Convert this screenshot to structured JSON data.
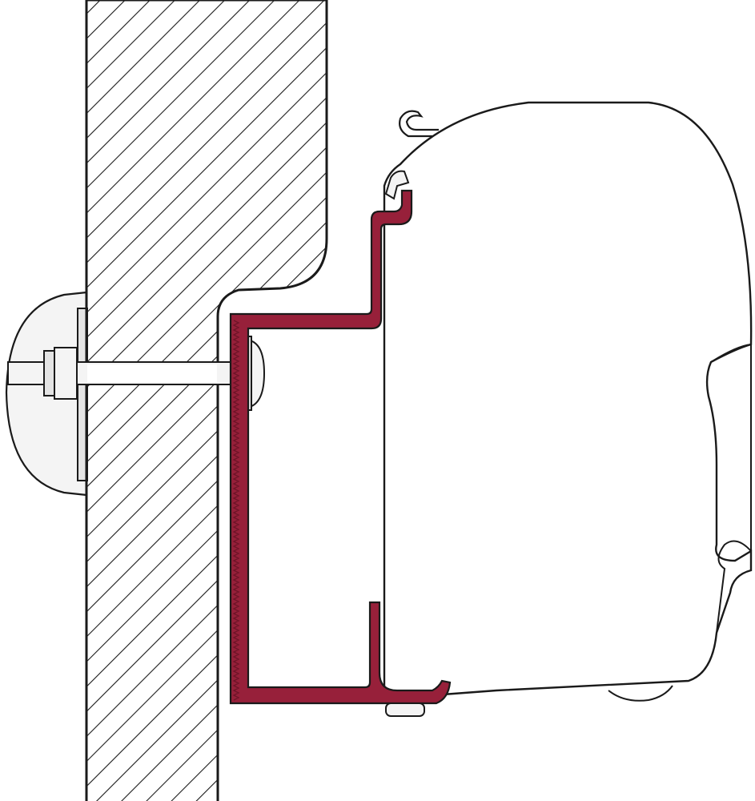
{
  "diagram": {
    "subject": "awning-wall-mounting-adapter",
    "components": [
      {
        "name": "wall-section",
        "icon": "hatched-wall"
      },
      {
        "name": "mounting-bracket",
        "icon": "adapter-profile"
      },
      {
        "name": "awning-case",
        "icon": "awning-housing"
      },
      {
        "name": "bolt-assembly",
        "icon": "bolt"
      },
      {
        "name": "inner-backing-plate",
        "icon": "oval-plate"
      }
    ],
    "colors": {
      "bracket": "#97203a",
      "bracket_shadow": "#6e1428",
      "outline": "#1a1a1a",
      "wall_fill": "#ffffff",
      "hatch": "#1a1a1a",
      "metal_light": "#f4f4f4",
      "metal_mid": "#e4e4e4",
      "background": "#ffffff"
    }
  }
}
